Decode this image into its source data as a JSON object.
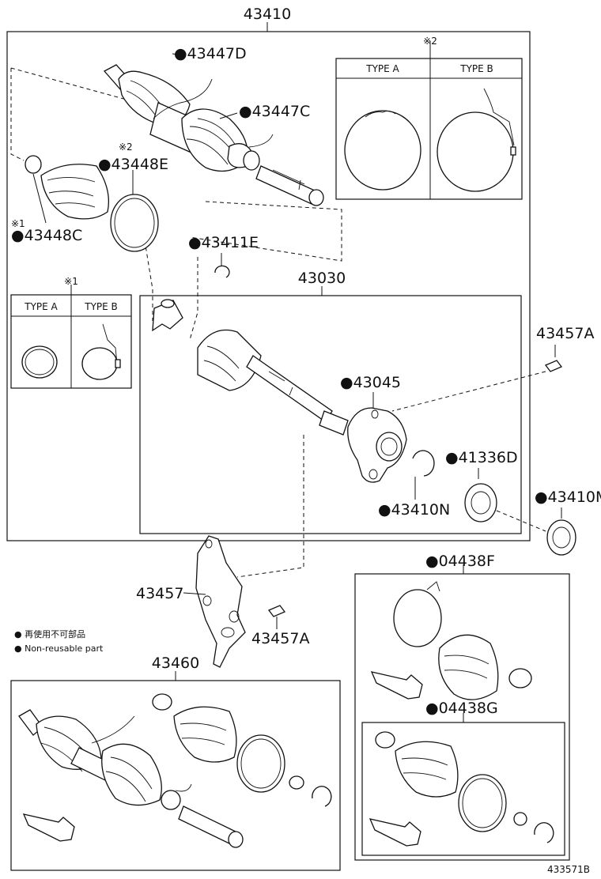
{
  "parts": {
    "p43410": "43410",
    "p43447D": "●43447D",
    "p43447C": "●43447C",
    "p43448E": "●43448E",
    "p43448C": "●43448C",
    "p43411E": "●43411E",
    "p43030": "43030",
    "p43457A_top": "43457A",
    "p43045": "●43045",
    "p41336D": "●41336D",
    "p43410M": "●43410M",
    "p43410N": "●43410N",
    "p43457": "43457",
    "p43457A_bottom": "43457A",
    "p04438F": "●04438F",
    "p43460": "43460",
    "p04438G": "●04438G"
  },
  "marks": {
    "m2_top": "※2",
    "m2_boot": "※2",
    "m1_boot": "※1",
    "m1_box": "※1"
  },
  "type_table_top": {
    "type_a": "TYPE A",
    "type_b": "TYPE B"
  },
  "type_table_left": {
    "type_a": "TYPE A",
    "type_b": "TYPE B"
  },
  "legend": {
    "jp": "● 再使用不可部品",
    "en": "● Non-reusable part"
  },
  "diagram_id": "433571B"
}
